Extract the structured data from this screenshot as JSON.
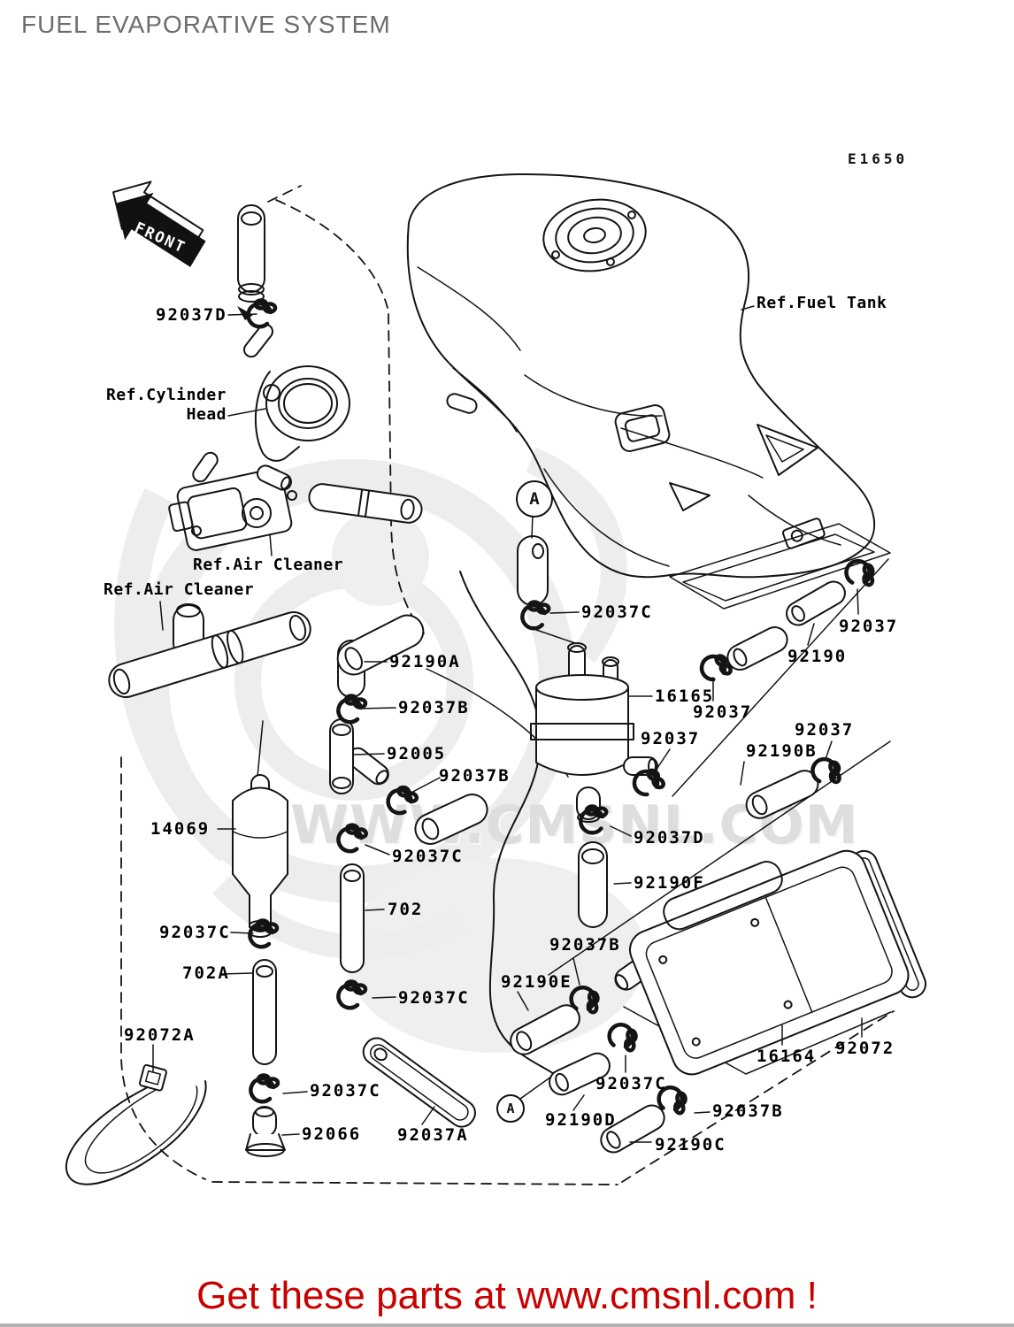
{
  "header": {
    "title": "FUEL EVAPORATIVE SYSTEM",
    "diagram_code": "E1650"
  },
  "front_arrow": {
    "label": "FRONT"
  },
  "refs": {
    "cylinder_head": {
      "line1": "Ref.Cylinder",
      "line2": "Head"
    },
    "air_cleaner_upper": "Ref.Air Cleaner",
    "air_cleaner_lower": "Ref.Air Cleaner",
    "fuel_tank": "Ref.Fuel Tank"
  },
  "parts": [
    {
      "text": "92037D"
    },
    {
      "text": "92037C"
    },
    {
      "text": "92190A"
    },
    {
      "text": "92037B"
    },
    {
      "text": "92005"
    },
    {
      "text": "92037B"
    },
    {
      "text": "16165"
    },
    {
      "text": "92037"
    },
    {
      "text": "92037"
    },
    {
      "text": "92190"
    },
    {
      "text": "92037"
    },
    {
      "text": "92190B"
    },
    {
      "text": "92037"
    },
    {
      "text": "92037D"
    },
    {
      "text": "92190F"
    },
    {
      "text": "14069"
    },
    {
      "text": "92037C"
    },
    {
      "text": "702"
    },
    {
      "text": "92037C"
    },
    {
      "text": "702A"
    },
    {
      "text": "92037C"
    },
    {
      "text": "92072A"
    },
    {
      "text": "92037C"
    },
    {
      "text": "92066"
    },
    {
      "text": "92037A"
    },
    {
      "text": "92190E"
    },
    {
      "text": "92037B"
    },
    {
      "text": "92037C"
    },
    {
      "text": "92190D"
    },
    {
      "text": "92037B"
    },
    {
      "text": "92190C"
    },
    {
      "text": "16164"
    },
    {
      "text": "92072"
    }
  ],
  "detail_markers": {
    "top": "A",
    "bottom": "A"
  },
  "watermark": {
    "url_text": "WWW.CMSNL.COM"
  },
  "footer": {
    "banner_text": "Get these parts at www.cmsnl.com !",
    "banner_color": "#c80000"
  },
  "colors": {
    "line": "#141414",
    "title_gray": "#6e6c6d",
    "banner_red": "#c80000",
    "watermark_gray": "#dedede"
  }
}
